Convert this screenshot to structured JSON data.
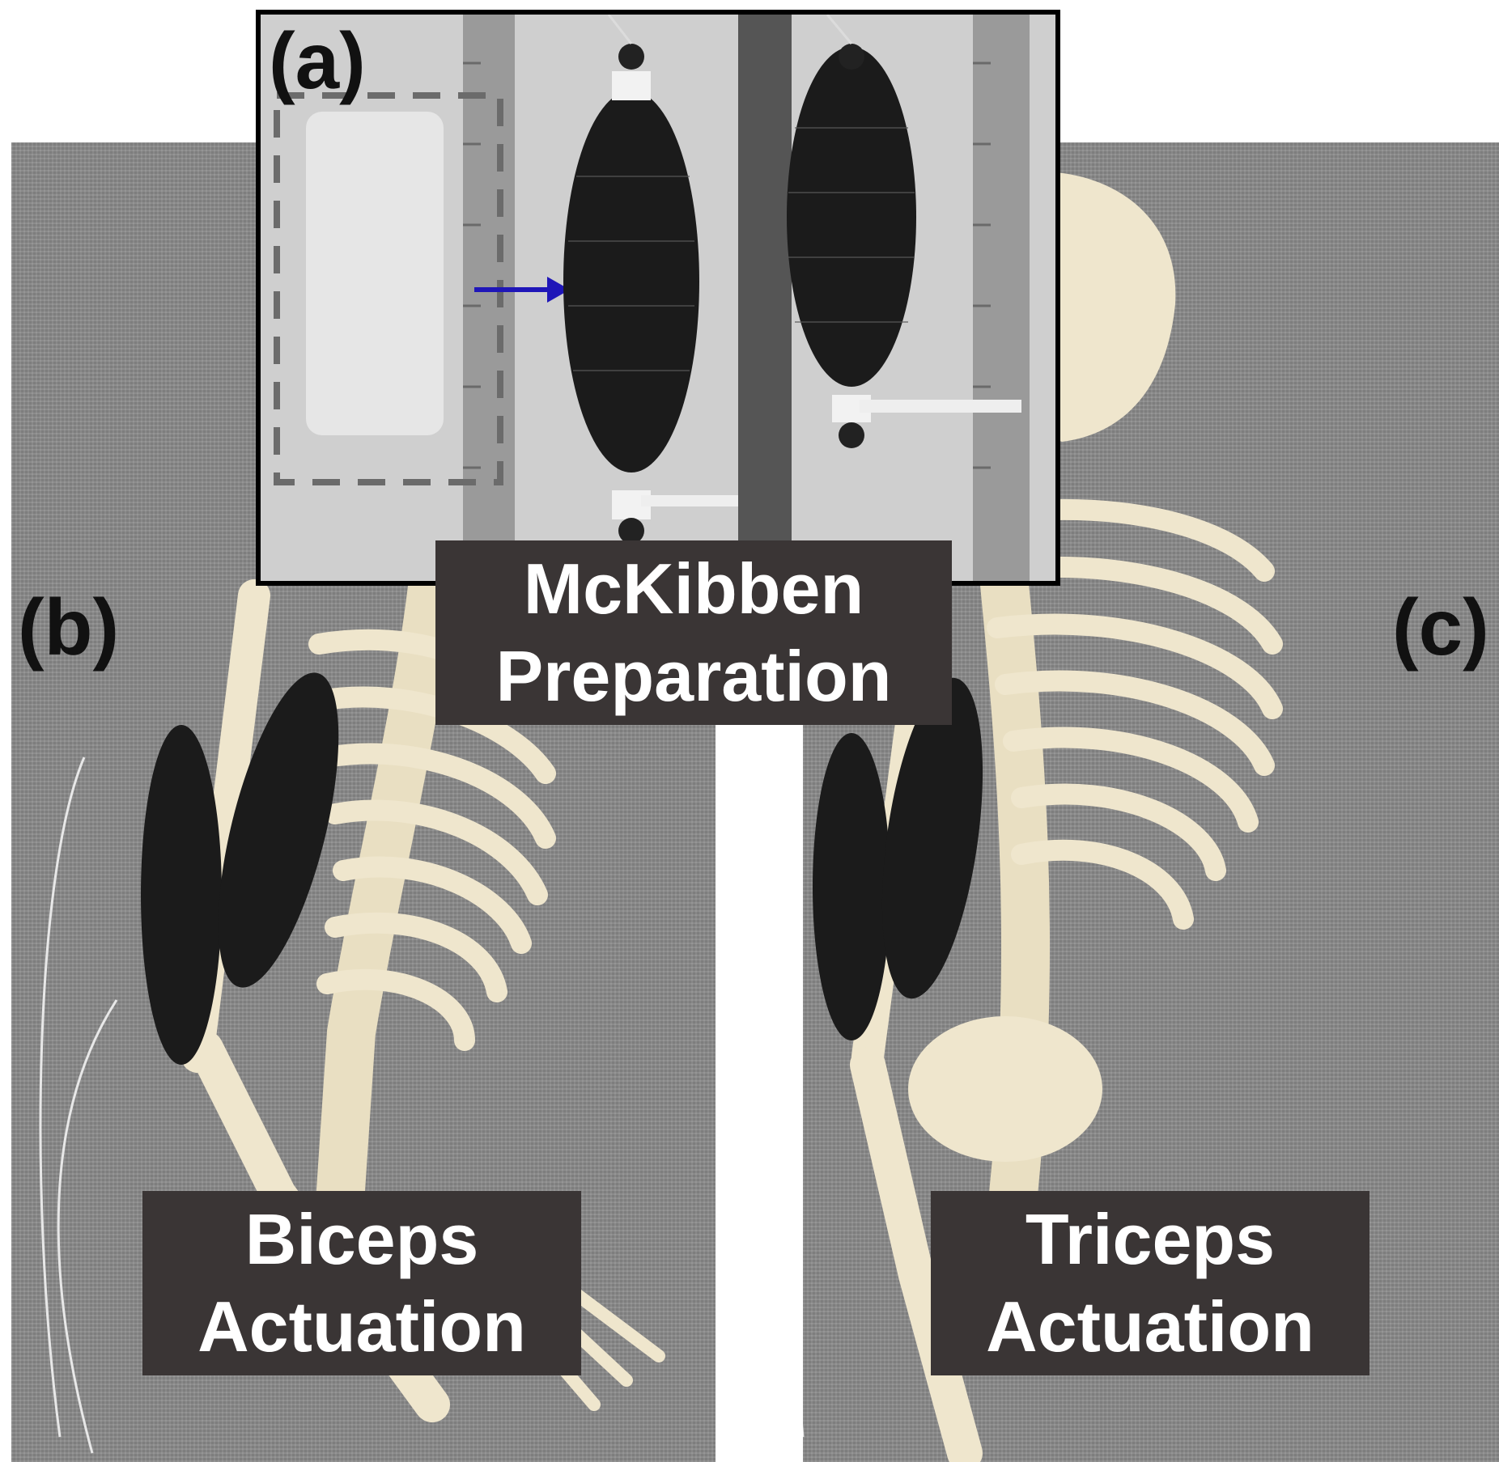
{
  "panels": {
    "a": {
      "label": "(a)",
      "caption_line1": "McKibben",
      "caption_line2": "Preparation"
    },
    "b": {
      "label": "(b)",
      "caption_line1": "Biceps",
      "caption_line2": "Actuation"
    },
    "c": {
      "label": "(c)",
      "caption_line1": "Triceps",
      "caption_line2": "Actuation"
    }
  },
  "colors": {
    "caption_background": "#3a3535",
    "arrow": "#1f16b8",
    "muscle": "#1b1b1b",
    "bone": "#ece3c9"
  }
}
